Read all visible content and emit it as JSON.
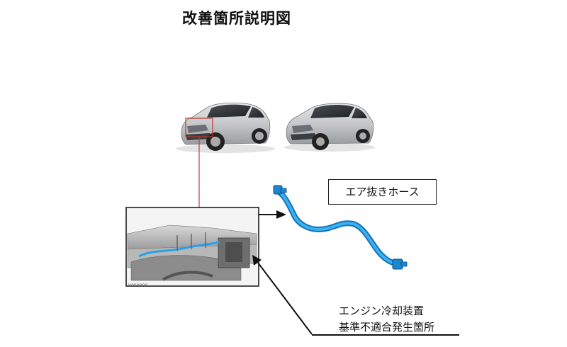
{
  "title": "改善箇所説明図",
  "callout_label": "エア抜きホース",
  "cause_note": {
    "line1": "エンジン冷却装置",
    "line2": "基準不適合発生箇所"
  },
  "inset_code": "V000000",
  "colors": {
    "hose_highlight": "#2aa0e8",
    "hose_dark": "#1670b8",
    "locator_box": "#c0392b",
    "car_body": "#c8cacc",
    "outline": "#111111"
  },
  "icons": [
    "car-left-image",
    "car-right-image",
    "engine-bay-detail-image",
    "air-bleed-hose-image"
  ]
}
